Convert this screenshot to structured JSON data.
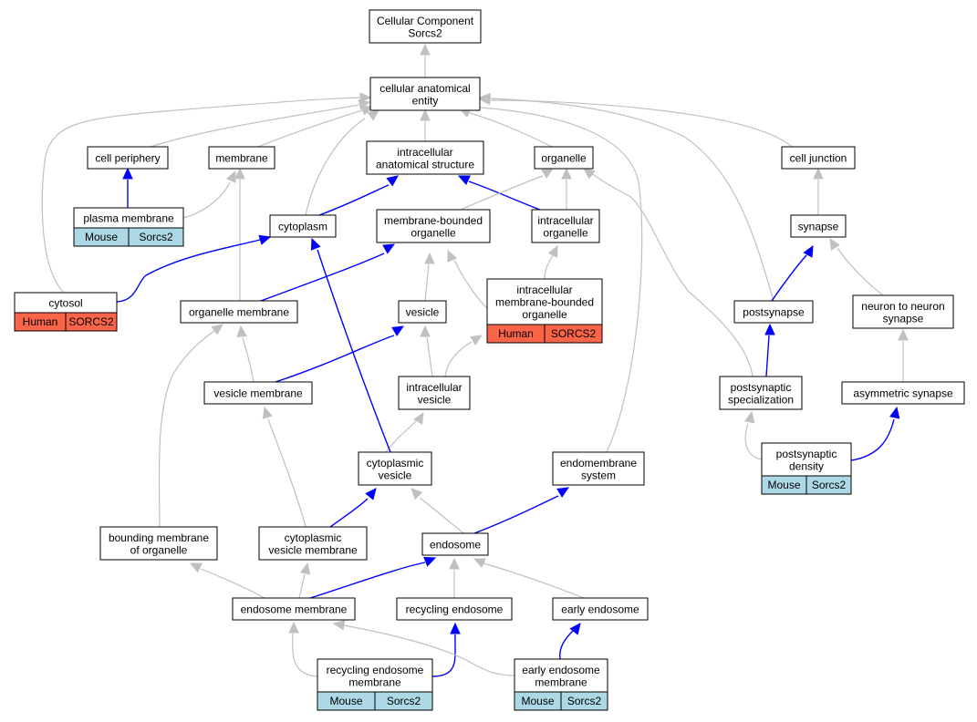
{
  "colors": {
    "gray_edge": "#c0c0c0",
    "blue_edge": "#0000ff",
    "mouse_fill": "#add8e6",
    "human_fill": "#fa6448",
    "node_border": "#000000"
  },
  "nodes": {
    "cc_root": {
      "lines": [
        "Cellular Component",
        "Sorcs2"
      ]
    },
    "cellular_anatomical_entity": {
      "lines": [
        "cellular anatomical",
        "entity"
      ]
    },
    "cell_periphery": {
      "lines": [
        "cell periphery"
      ]
    },
    "membrane": {
      "lines": [
        "membrane"
      ]
    },
    "intracellular_anatomical_structure": {
      "lines": [
        "intracellular",
        "anatomical structure"
      ]
    },
    "organelle": {
      "lines": [
        "organelle"
      ]
    },
    "cell_junction": {
      "lines": [
        "cell junction"
      ]
    },
    "plasma_membrane": {
      "lines": [
        "plasma membrane"
      ],
      "annotation": {
        "species": "Mouse",
        "gene": "Sorcs2"
      }
    },
    "cytoplasm": {
      "lines": [
        "cytoplasm"
      ]
    },
    "membrane_bounded_organelle": {
      "lines": [
        "membrane-bounded",
        "organelle"
      ]
    },
    "intracellular_organelle": {
      "lines": [
        "intracellular",
        "organelle"
      ]
    },
    "synapse": {
      "lines": [
        "synapse"
      ]
    },
    "cytosol": {
      "lines": [
        "cytosol"
      ],
      "annotation": {
        "species": "Human",
        "gene": "SORCS2"
      }
    },
    "organelle_membrane": {
      "lines": [
        "organelle membrane"
      ]
    },
    "vesicle": {
      "lines": [
        "vesicle"
      ]
    },
    "intracellular_mb_organelle": {
      "lines": [
        "intracellular",
        "membrane-bounded",
        "organelle"
      ],
      "annotation": {
        "species": "Human",
        "gene": "SORCS2"
      }
    },
    "postsynapse": {
      "lines": [
        "postsynapse"
      ]
    },
    "neuron_to_neuron_synapse": {
      "lines": [
        "neuron to neuron",
        "synapse"
      ]
    },
    "vesicle_membrane": {
      "lines": [
        "vesicle membrane"
      ]
    },
    "intracellular_vesicle": {
      "lines": [
        "intracellular",
        "vesicle"
      ]
    },
    "postsynaptic_specialization": {
      "lines": [
        "postsynaptic",
        "specialization"
      ]
    },
    "asymmetric_synapse": {
      "lines": [
        "asymmetric synapse"
      ]
    },
    "postsynaptic_density": {
      "lines": [
        "postsynaptic",
        "density"
      ],
      "annotation": {
        "species": "Mouse",
        "gene": "Sorcs2"
      }
    },
    "cytoplasmic_vesicle": {
      "lines": [
        "cytoplasmic",
        "vesicle"
      ]
    },
    "endomembrane_system": {
      "lines": [
        "endomembrane",
        "system"
      ]
    },
    "bounding_membrane": {
      "lines": [
        "bounding membrane",
        "of organelle"
      ]
    },
    "cytoplasmic_vesicle_membrane": {
      "lines": [
        "cytoplasmic",
        "vesicle membrane"
      ]
    },
    "endosome": {
      "lines": [
        "endosome"
      ]
    },
    "endosome_membrane": {
      "lines": [
        "endosome membrane"
      ]
    },
    "recycling_endosome": {
      "lines": [
        "recycling endosome"
      ]
    },
    "early_endosome": {
      "lines": [
        "early endosome"
      ]
    },
    "recycling_endosome_membrane": {
      "lines": [
        "recycling endosome",
        "membrane"
      ],
      "annotation": {
        "species": "Mouse",
        "gene": "Sorcs2"
      }
    },
    "early_endosome_membrane": {
      "lines": [
        "early endosome",
        "membrane"
      ],
      "annotation": {
        "species": "Mouse",
        "gene": "Sorcs2"
      }
    }
  },
  "edges": [
    {
      "from": "cellular_anatomical_entity",
      "to": "cc_root",
      "kind": "gray"
    },
    {
      "from": "cell_periphery",
      "to": "cellular_anatomical_entity",
      "kind": "gray"
    },
    {
      "from": "membrane",
      "to": "cellular_anatomical_entity",
      "kind": "gray"
    },
    {
      "from": "intracellular_anatomical_structure",
      "to": "cellular_anatomical_entity",
      "kind": "gray"
    },
    {
      "from": "organelle",
      "to": "cellular_anatomical_entity",
      "kind": "gray"
    },
    {
      "from": "cell_junction",
      "to": "cellular_anatomical_entity",
      "kind": "gray"
    },
    {
      "from": "cytosol",
      "to": "cellular_anatomical_entity",
      "kind": "gray"
    },
    {
      "from": "cytoplasm",
      "to": "cellular_anatomical_entity",
      "kind": "gray"
    },
    {
      "from": "postsynapse",
      "to": "cellular_anatomical_entity",
      "kind": "gray"
    },
    {
      "from": "endomembrane_system",
      "to": "cellular_anatomical_entity",
      "kind": "gray"
    },
    {
      "from": "plasma_membrane",
      "to": "cell_periphery",
      "kind": "blue"
    },
    {
      "from": "plasma_membrane",
      "to": "membrane",
      "kind": "gray"
    },
    {
      "from": "organelle_membrane",
      "to": "membrane",
      "kind": "gray"
    },
    {
      "from": "cytoplasm",
      "to": "intracellular_anatomical_structure",
      "kind": "blue"
    },
    {
      "from": "intracellular_organelle",
      "to": "intracellular_anatomical_structure",
      "kind": "blue"
    },
    {
      "from": "membrane_bounded_organelle",
      "to": "organelle",
      "kind": "gray"
    },
    {
      "from": "intracellular_organelle",
      "to": "organelle",
      "kind": "gray"
    },
    {
      "from": "postsynaptic_specialization",
      "to": "organelle",
      "kind": "gray"
    },
    {
      "from": "synapse",
      "to": "cell_junction",
      "kind": "gray"
    },
    {
      "from": "cytosol",
      "to": "cytoplasm",
      "kind": "blue"
    },
    {
      "from": "organelle_membrane",
      "to": "membrane_bounded_organelle",
      "kind": "blue"
    },
    {
      "from": "vesicle",
      "to": "membrane_bounded_organelle",
      "kind": "gray"
    },
    {
      "from": "intracellular_mb_organelle",
      "to": "membrane_bounded_organelle",
      "kind": "gray"
    },
    {
      "from": "intracellular_mb_organelle",
      "to": "intracellular_organelle",
      "kind": "gray"
    },
    {
      "from": "postsynapse",
      "to": "synapse",
      "kind": "blue"
    },
    {
      "from": "neuron_to_neuron_synapse",
      "to": "synapse",
      "kind": "gray"
    },
    {
      "from": "vesicle_membrane",
      "to": "organelle_membrane",
      "kind": "gray"
    },
    {
      "from": "bounding_membrane",
      "to": "organelle_membrane",
      "kind": "gray"
    },
    {
      "from": "vesicle_membrane",
      "to": "vesicle",
      "kind": "blue"
    },
    {
      "from": "intracellular_vesicle",
      "to": "vesicle",
      "kind": "gray"
    },
    {
      "from": "intracellular_vesicle",
      "to": "intracellular_mb_organelle",
      "kind": "gray"
    },
    {
      "from": "postsynaptic_specialization",
      "to": "postsynapse",
      "kind": "blue"
    },
    {
      "from": "asymmetric_synapse",
      "to": "neuron_to_neuron_synapse",
      "kind": "gray"
    },
    {
      "from": "cytoplasmic_vesicle_membrane",
      "to": "vesicle_membrane",
      "kind": "gray"
    },
    {
      "from": "cytoplasmic_vesicle",
      "to": "intracellular_vesicle",
      "kind": "gray"
    },
    {
      "from": "postsynaptic_density",
      "to": "postsynaptic_specialization",
      "kind": "gray"
    },
    {
      "from": "postsynaptic_density",
      "to": "asymmetric_synapse",
      "kind": "blue"
    },
    {
      "from": "cytoplasmic_vesicle",
      "to": "cytoplasm",
      "kind": "blue"
    },
    {
      "from": "cytoplasmic_vesicle_membrane",
      "to": "cytoplasmic_vesicle",
      "kind": "blue"
    },
    {
      "from": "endosome",
      "to": "cytoplasmic_vesicle",
      "kind": "gray"
    },
    {
      "from": "endosome",
      "to": "endomembrane_system",
      "kind": "blue"
    },
    {
      "from": "endosome_membrane",
      "to": "bounding_membrane",
      "kind": "gray"
    },
    {
      "from": "endosome_membrane",
      "to": "cytoplasmic_vesicle_membrane",
      "kind": "gray"
    },
    {
      "from": "endosome_membrane",
      "to": "endosome",
      "kind": "blue"
    },
    {
      "from": "recycling_endosome",
      "to": "endosome",
      "kind": "gray"
    },
    {
      "from": "early_endosome",
      "to": "endosome",
      "kind": "gray"
    },
    {
      "from": "recycling_endosome_membrane",
      "to": "endosome_membrane",
      "kind": "gray"
    },
    {
      "from": "recycling_endosome_membrane",
      "to": "recycling_endosome",
      "kind": "blue"
    },
    {
      "from": "early_endosome_membrane",
      "to": "endosome_membrane",
      "kind": "gray"
    },
    {
      "from": "early_endosome_membrane",
      "to": "early_endosome",
      "kind": "blue"
    }
  ]
}
